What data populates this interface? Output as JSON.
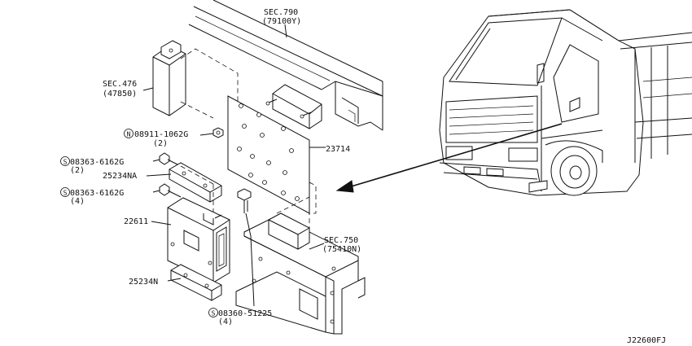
{
  "labels": {
    "sec790": "SEC.790",
    "sec790_sub": "(79100Y)",
    "sec476": "SEC.476",
    "sec476_sub": "(47850)",
    "nut_part": "08911-1062G",
    "nut_qty": "(2)",
    "bracket_part": "23714",
    "bolt1_part": "08363-6162G",
    "bolt1_qty": "(2)",
    "bracket_na": "25234NA",
    "bolt2_part": "08363-6162G",
    "bolt2_qty": "(4)",
    "ecm_part": "22611",
    "sec750": "SEC.750",
    "sec750_sub": "(75410N)",
    "bracket_n": "25234N",
    "screw_part": "08360-51225",
    "screw_qty": "(4)",
    "diagram_code": "J22600FJ"
  },
  "symbols": {
    "nut": "N",
    "bolt": "S"
  },
  "icons": {
    "truck": "truck-cab-icon",
    "arrow": "location-arrow-icon"
  }
}
